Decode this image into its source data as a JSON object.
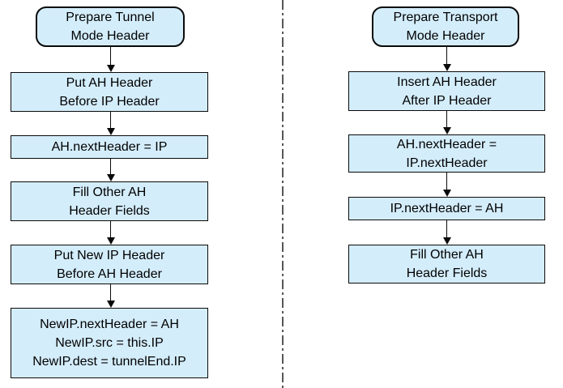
{
  "diagram": {
    "type": "flowchart",
    "colors": {
      "box_fill": "#d4edfb",
      "box_border": "#0a0a0a",
      "arrow": "#0a0a0a",
      "divider": "#575757",
      "background": "#ffffff"
    },
    "divider_style": "vertical dash-dot line separating the two flows",
    "flows": [
      {
        "name": "tunnel-mode",
        "title": "Prepare Tunnel\nMode Header",
        "steps": [
          "Put AH Header\nBefore IP Header",
          "AH.nextHeader = IP",
          "Fill Other AH\nHeader Fields",
          "Put New IP Header\nBefore AH Header",
          "NewIP.nextHeader = AH\nNewIP.src = this.IP\nNewIP.dest = tunnelEnd.IP"
        ]
      },
      {
        "name": "transport-mode",
        "title": "Prepare Transport\nMode Header",
        "steps": [
          "Insert AH Header\nAfter IP Header",
          "AH.nextHeader =\nIP.nextHeader",
          "IP.nextHeader = AH",
          "Fill Other AH\nHeader Fields"
        ]
      }
    ]
  }
}
